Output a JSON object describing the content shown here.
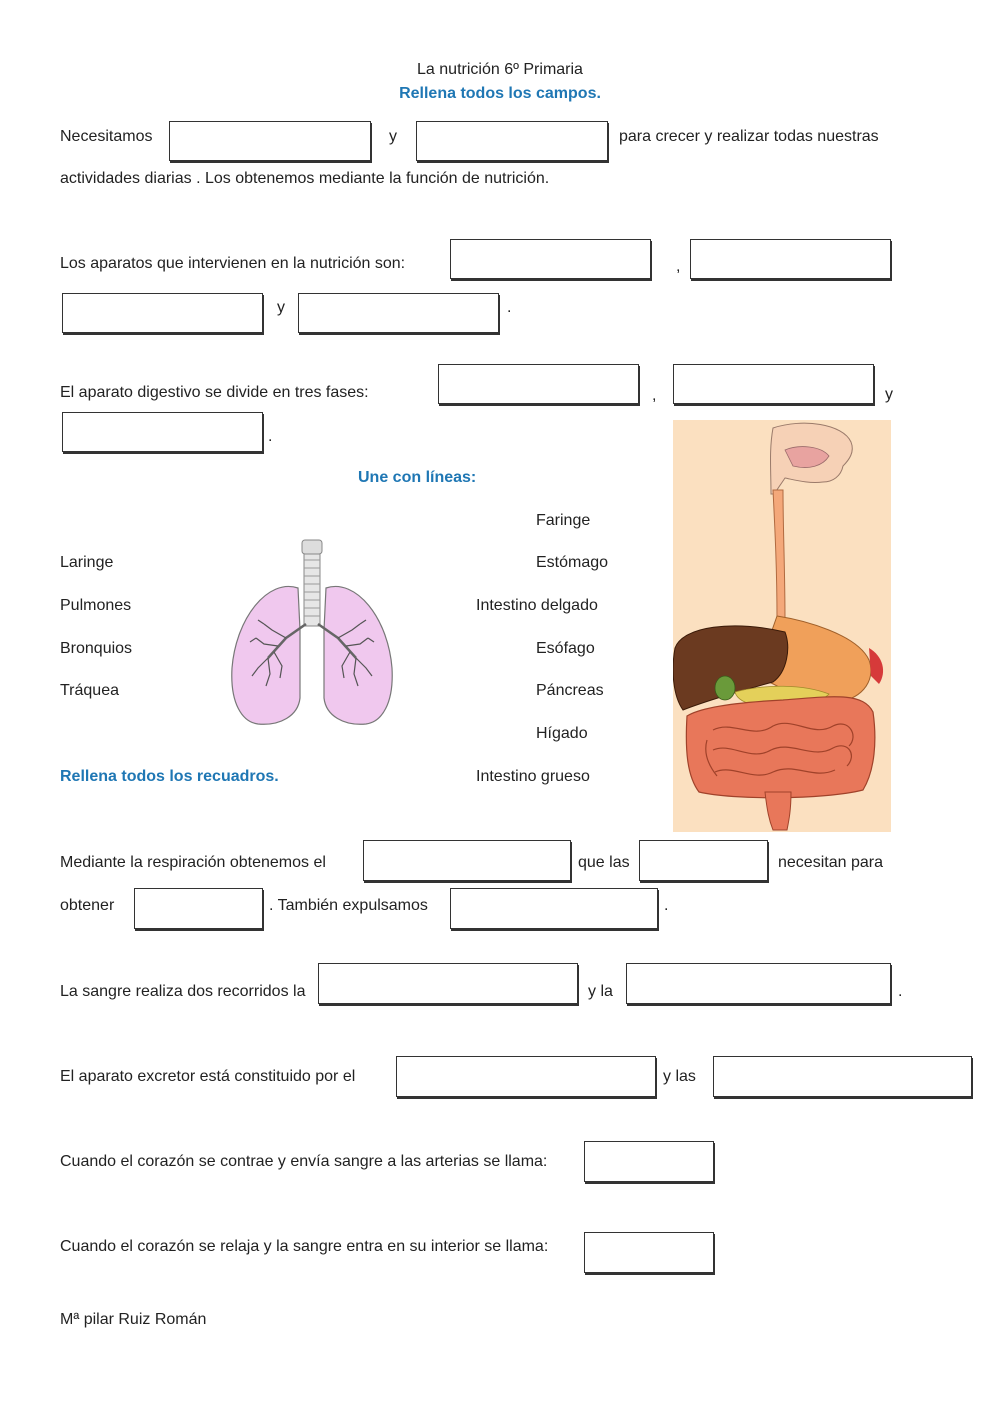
{
  "header": {
    "title": "La nutrición 6º Primaria",
    "instruction": "Rellena todos los campos."
  },
  "q1": {
    "before": "Necesitamos",
    "and": "y",
    "after": "para crecer y realizar todas nuestras",
    "line2": "actividades diarias .  Los obtenemos mediante la función de nutrición.",
    "blank_1": "",
    "blank_2": ""
  },
  "q2": {
    "text": "Los aparatos que intervienen en la nutrición son:",
    "comma": ",",
    "and": "y",
    "period": ".",
    "blanks": [
      "",
      "",
      "",
      ""
    ]
  },
  "q3": {
    "text": "El aparato digestivo se divide en tres fases:",
    "comma": ",",
    "and": "y",
    "period": ".",
    "blanks": [
      "",
      "",
      ""
    ]
  },
  "matching": {
    "instruction": "Une con líneas:",
    "left_items": [
      "Laringe",
      "Pulmones",
      "Bronquios",
      "Tráquea"
    ],
    "right_items": [
      "Faringe",
      "Estómago",
      "Intestino delgado",
      "Esófago",
      "Páncreas",
      "Hígado",
      "Intestino grueso"
    ],
    "lungs_image": "lungs-illustration",
    "digestive_image": "digestive-system-illustration",
    "colors": {
      "lungs": "#f0c8ee",
      "digestive_bg": "#fbe0c0",
      "liver": "#6b3a20",
      "intestine": "#e8775a"
    }
  },
  "section2_instruction": "Rellena todos los recuadros.",
  "q4": {
    "before": "Mediante la respiración obtenemos el",
    "mid": "que las",
    "after": "necesitan para",
    "line2_start": "obtener",
    "line2_mid": ". También expulsamos",
    "line2_end": ".",
    "blanks": [
      "",
      "",
      "",
      ""
    ]
  },
  "q5": {
    "before": "La sangre realiza dos recorridos la",
    "mid": "y la",
    "end": ".",
    "blanks": [
      "",
      ""
    ]
  },
  "q6": {
    "before": "El aparato excretor está constituido por el",
    "mid": "y las",
    "blanks": [
      "",
      ""
    ]
  },
  "q7": {
    "text": "Cuando el corazón se contrae y envía sangre a las arterias se llama:",
    "blank": ""
  },
  "q8": {
    "text": "Cuando el corazón se relaja y la sangre entra en su interior se llama:",
    "blank": ""
  },
  "author": "Mª pilar Ruiz Román"
}
